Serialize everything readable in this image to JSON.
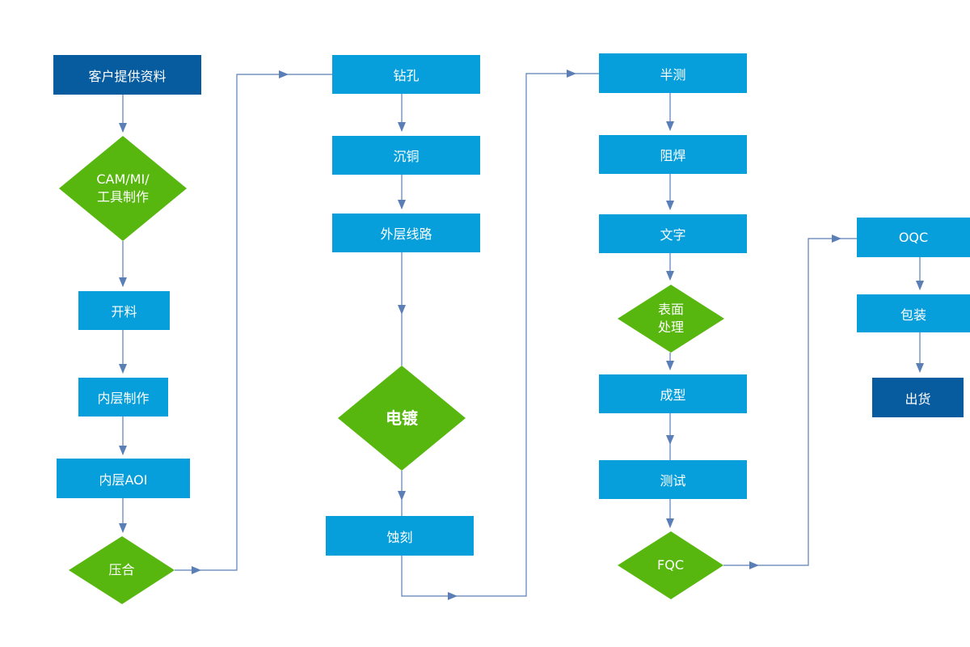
{
  "colors": {
    "dark_blue": "#075c9f",
    "light_blue": "#069fdb",
    "green": "#57b70e",
    "connector": "#5a7fb6"
  },
  "nodes": {
    "customer_data": "客户提供资料",
    "cam": "CAM/MI/\n工具制作",
    "cutting": "开料",
    "inner_layer": "内层制作",
    "inner_aoi": "内层AOI",
    "lamination": "压合",
    "drilling": "钻孔",
    "copper_deposit": "沉铜",
    "outer_layer": "外层线路",
    "plating": "电镀",
    "etching": "蚀刻",
    "half_test": "半测",
    "solder_mask": "阻焊",
    "legend_print": "文字",
    "surface_treatment": "表面\n处理",
    "profiling": "成型",
    "testing": "测试",
    "fqc": "FQC",
    "oqc": "OQC",
    "packaging": "包装",
    "shipping": "出货"
  }
}
